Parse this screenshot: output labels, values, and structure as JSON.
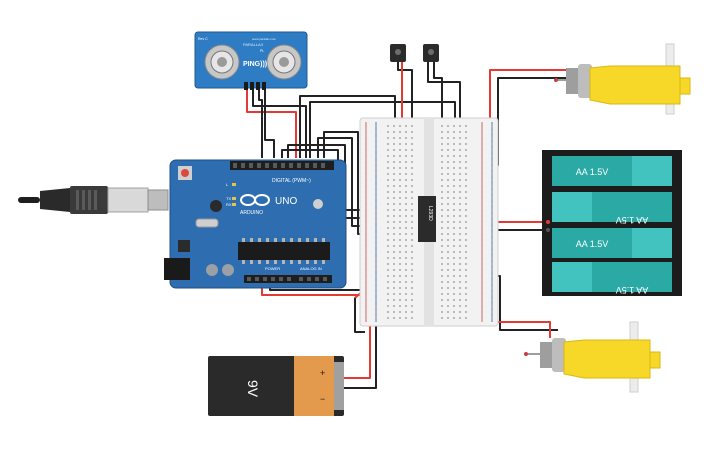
{
  "ultrasonic": {
    "model": "PING)))",
    "brand_line": "PARALLAX",
    "small_text": "www.parallax.com",
    "label_left": "Rev C",
    "label_right": "PL"
  },
  "arduino": {
    "brand": "ARDUINO",
    "model": "UNO",
    "digital_label": "DIGITAL (PWM~)",
    "power_label": "POWER",
    "analog_label": "ANALOG IN",
    "led_labels": [
      "L",
      "TX",
      "RX"
    ]
  },
  "driver_ic": {
    "label": "L293D"
  },
  "battery_pack": {
    "cells": [
      "AA 1.5V",
      "AA 1.5V",
      "AA 1.5V",
      "AA 1.5V"
    ]
  },
  "battery_9v": {
    "label": "9V",
    "plus": "+",
    "minus": "−"
  },
  "colors": {
    "arduino": "#2d6db0",
    "wire_black": "#222222",
    "wire_red": "#e53935",
    "motor_yellow": "#f7d828",
    "cell_teal": "#2ba9a5",
    "cell_light": "#43c3bf",
    "battery_copper": "#e49a4d"
  },
  "icons": [
    "usb-cable-icon",
    "arduino-logo-icon",
    "potentiometer-icon",
    "dc-motor-icon"
  ]
}
